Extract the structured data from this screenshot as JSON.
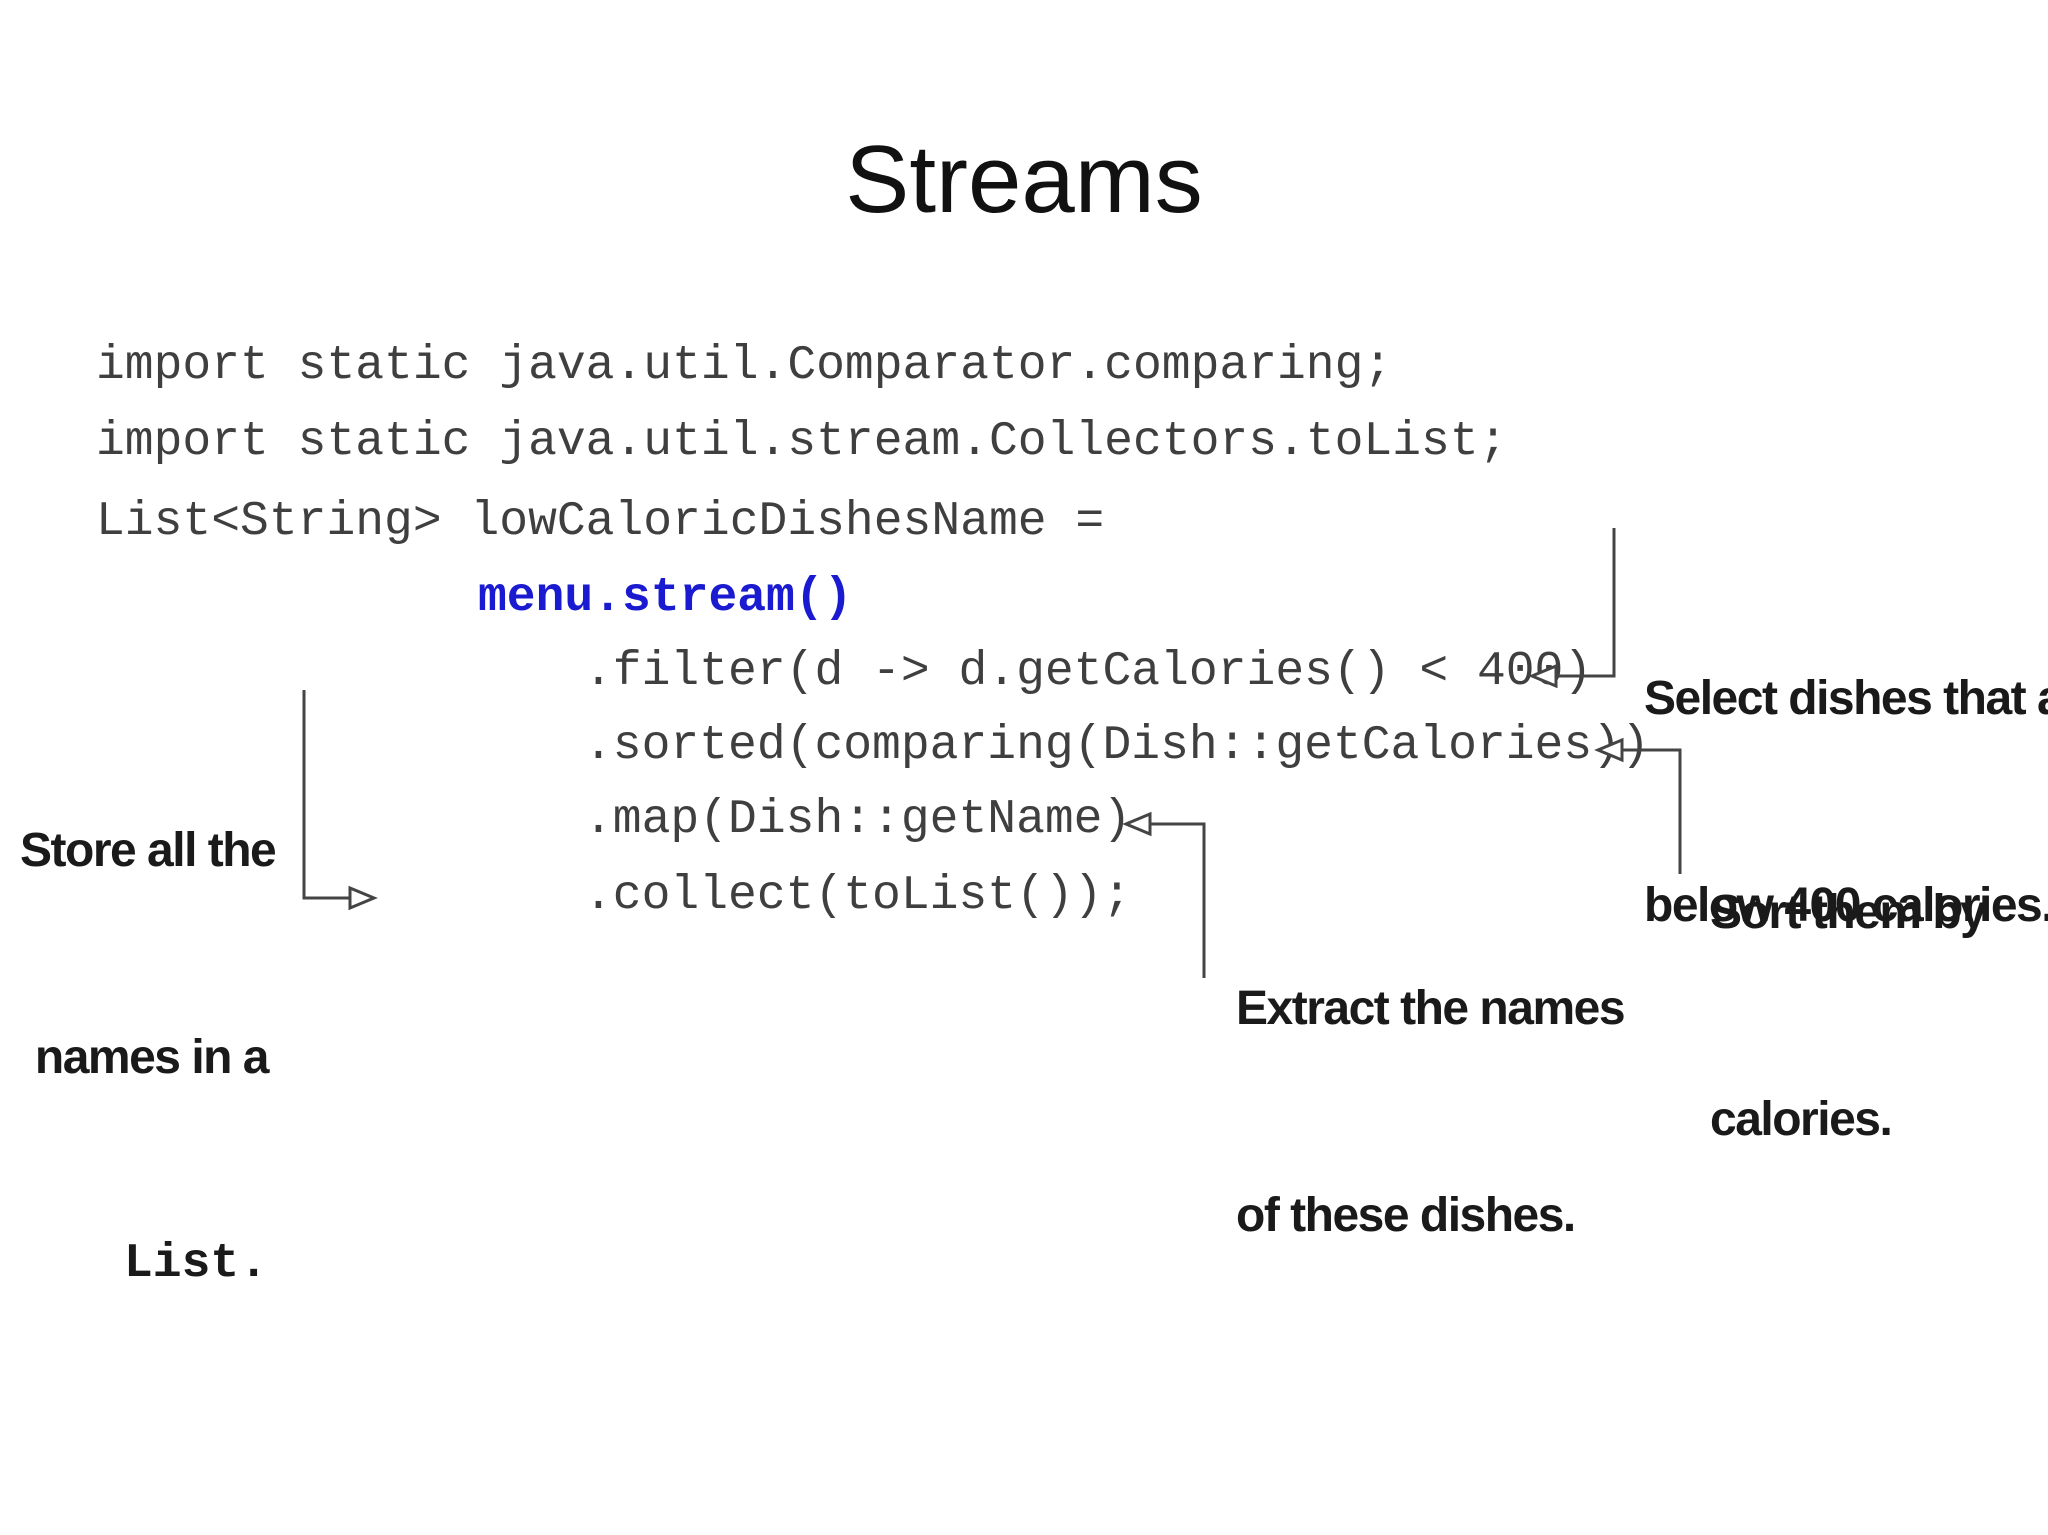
{
  "slide": {
    "title": "Streams"
  },
  "code": {
    "lines": [
      "import static java.util.Comparator.comparing;",
      "import static java.util.stream.Collectors.toList;",
      "List<String> lowCaloricDishesName =",
      "menu.stream()",
      ".filter(d -> d.getCalories() < 400)",
      ".sorted(comparing(Dish::getCalories))",
      ".map(Dish::getName)",
      ".collect(toList());"
    ]
  },
  "annotations": {
    "select": {
      "line1": "Select dishes that are",
      "line2": "below 400 calories."
    },
    "sort": {
      "line1": "Sort them by",
      "line2": "calories."
    },
    "extract": {
      "line1": "Extract the names",
      "line2": "of these dishes."
    },
    "store": {
      "line1": "Store all the",
      "line2": "names in a",
      "line3": "List."
    }
  },
  "colors": {
    "code_text": "#3f3f3f",
    "code_highlight": "#1a1ad0",
    "annotation_text": "#1a1a1a",
    "connector": "#444444"
  }
}
